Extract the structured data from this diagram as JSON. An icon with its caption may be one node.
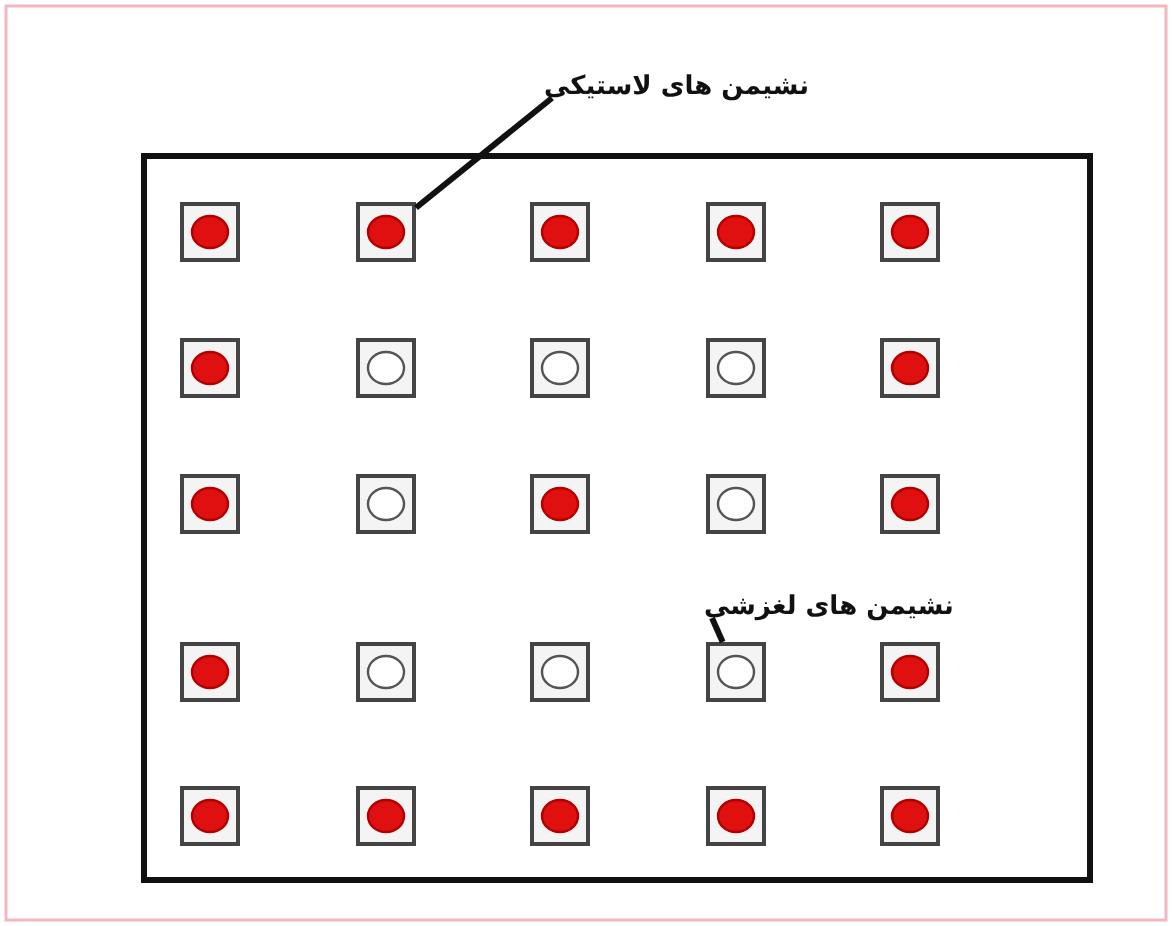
{
  "diagram": {
    "nodes": [
      {
        "text": [
          "نشیمن های لاستیکی"
        ]
      },
      {
        "text": [],
        "shape": "box"
      },
      {
        "text": [],
        "shape": "box"
      },
      {
        "text": [],
        "shape": "box"
      },
      {
        "text": [],
        "shape": "box"
      },
      {
        "text": [],
        "shape": "box"
      },
      {
        "text": [],
        "shape": "box"
      },
      {
        "text": [],
        "shape": "box"
      },
      {
        "text": [],
        "shape": "box"
      },
      {
        "text": [],
        "shape": "box"
      },
      {
        "text": [],
        "shape": "box"
      },
      {
        "text": [],
        "shape": "box"
      },
      {
        "text": [],
        "shape": "box"
      },
      {
        "text": [],
        "shape": "box"
      },
      {
        "text": [],
        "shape": "box"
      },
      {
        "text": [],
        "shape": "box"
      },
      {
        "text": [
          "نشیمن های لغزشی"
        ]
      },
      {
        "text": [],
        "shape": "box"
      },
      {
        "text": [],
        "shape": "box"
      },
      {
        "text": [],
        "shape": "box"
      },
      {
        "text": [],
        "shape": "box"
      },
      {
        "text": [],
        "shape": "box"
      },
      {
        "text": [],
        "shape": "box"
      },
      {
        "text": [],
        "shape": "box"
      },
      {
        "text": [],
        "shape": "box"
      },
      {
        "text": [],
        "shape": "box"
      },
      {
        "text": [],
        "shape": "box"
      }
    ],
    "edges": [
      {
        "from": 0,
        "to": 2,
        "arrow": "none"
      },
      {
        "from": 16,
        "to": 20,
        "arrow": "none"
      }
    ]
  }
}
